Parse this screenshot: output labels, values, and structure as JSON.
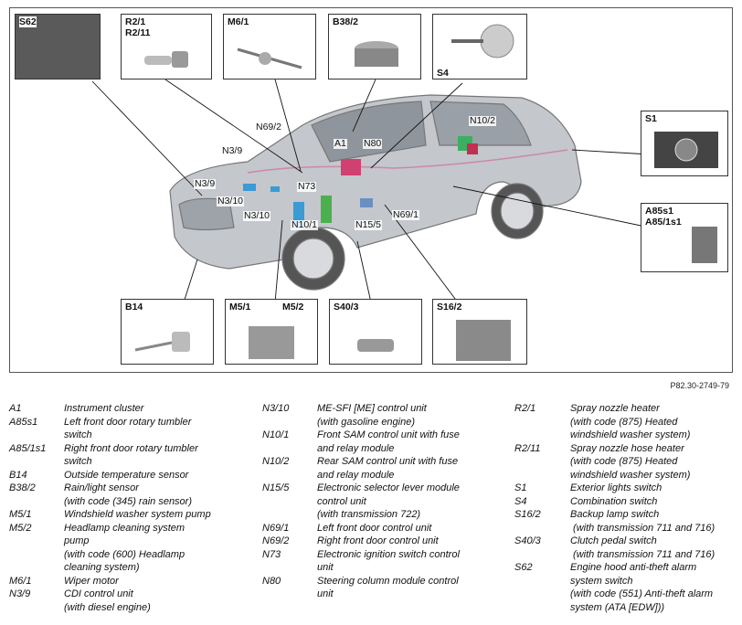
{
  "boxes": {
    "s62": "S62",
    "r2": "R2/1\nR2/11",
    "m6": "M6/1",
    "b38": "B38/2",
    "s4": "S4",
    "s1": "S1",
    "a85": "A85s1\nA85/1s1",
    "b14": "B14",
    "m5_1": "M5/1",
    "m5_2": "M5/2",
    "s40": "S40/3",
    "s16": "S16/2"
  },
  "tags": {
    "n69_2": "N69/2",
    "n10_2": "N10/2",
    "a1": "A1",
    "n80": "N80",
    "n3_9a": "N3/9",
    "n3_9b": "N3/9",
    "n73": "N73",
    "n3_10a": "N3/10",
    "n3_10b": "N3/10",
    "n10_1": "N10/1",
    "n15_5": "N15/5",
    "n69_1": "N69/1"
  },
  "figure_id": "P82.30-2749-79",
  "legend": {
    "col1": [
      {
        "code": "A1",
        "desc": "Instrument cluster"
      },
      {
        "code": "A85s1",
        "desc": "Left front door rotary tumbler\nswitch"
      },
      {
        "code": "A85/1s1",
        "desc": "Right front door rotary tumbler\nswitch"
      },
      {
        "code": "B14",
        "desc": "Outside temperature sensor"
      },
      {
        "code": "B38/2",
        "desc": "Rain/light sensor\n(with code (345) rain sensor)"
      },
      {
        "code": "M5/1",
        "desc": "Windshield washer system pump"
      },
      {
        "code": "M5/2",
        "desc": "Headlamp cleaning system\npump\n(with code (600) Headlamp\ncleaning system)"
      },
      {
        "code": "M6/1",
        "desc": "Wiper motor"
      },
      {
        "code": "N3/9",
        "desc": "CDI control unit\n(with diesel engine)"
      }
    ],
    "col2": [
      {
        "code": "N3/10",
        "desc": "ME-SFI [ME] control unit\n(with gasoline engine)"
      },
      {
        "code": "N10/1",
        "desc": "Front SAM control unit with fuse\nand relay module"
      },
      {
        "code": "N10/2",
        "desc": "Rear SAM control unit with fuse\nand relay module"
      },
      {
        "code": "N15/5",
        "desc": "Electronic selector lever module\ncontrol unit\n(with transmission 722)"
      },
      {
        "code": "N69/1",
        "desc": "Left front door control unit"
      },
      {
        "code": "N69/2",
        "desc": "Right front door control unit"
      },
      {
        "code": "N73",
        "desc": "Electronic ignition switch control\nunit"
      },
      {
        "code": "N80",
        "desc": "Steering column module control\nunit"
      }
    ],
    "col3": [
      {
        "code": "R2/1",
        "desc": "Spray nozzle heater\n(with code (875) Heated\nwindshield washer system)"
      },
      {
        "code": "R2/11",
        "desc": "Spray nozzle hose heater\n(with code (875) Heated\nwindshield washer system)"
      },
      {
        "code": "S1",
        "desc": "Exterior lights switch"
      },
      {
        "code": "S4",
        "desc": "Combination switch"
      },
      {
        "code": "S16/2",
        "desc": "Backup lamp switch\n (with transmission 711 and 716)"
      },
      {
        "code": "S40/3",
        "desc": "Clutch pedal switch\n (with transmission 711 and 716)"
      },
      {
        "code": "S62",
        "desc": "Engine hood anti-theft alarm\nsystem switch\n(with code (551) Anti-theft alarm\nsystem (ATA [EDW]))"
      }
    ]
  }
}
